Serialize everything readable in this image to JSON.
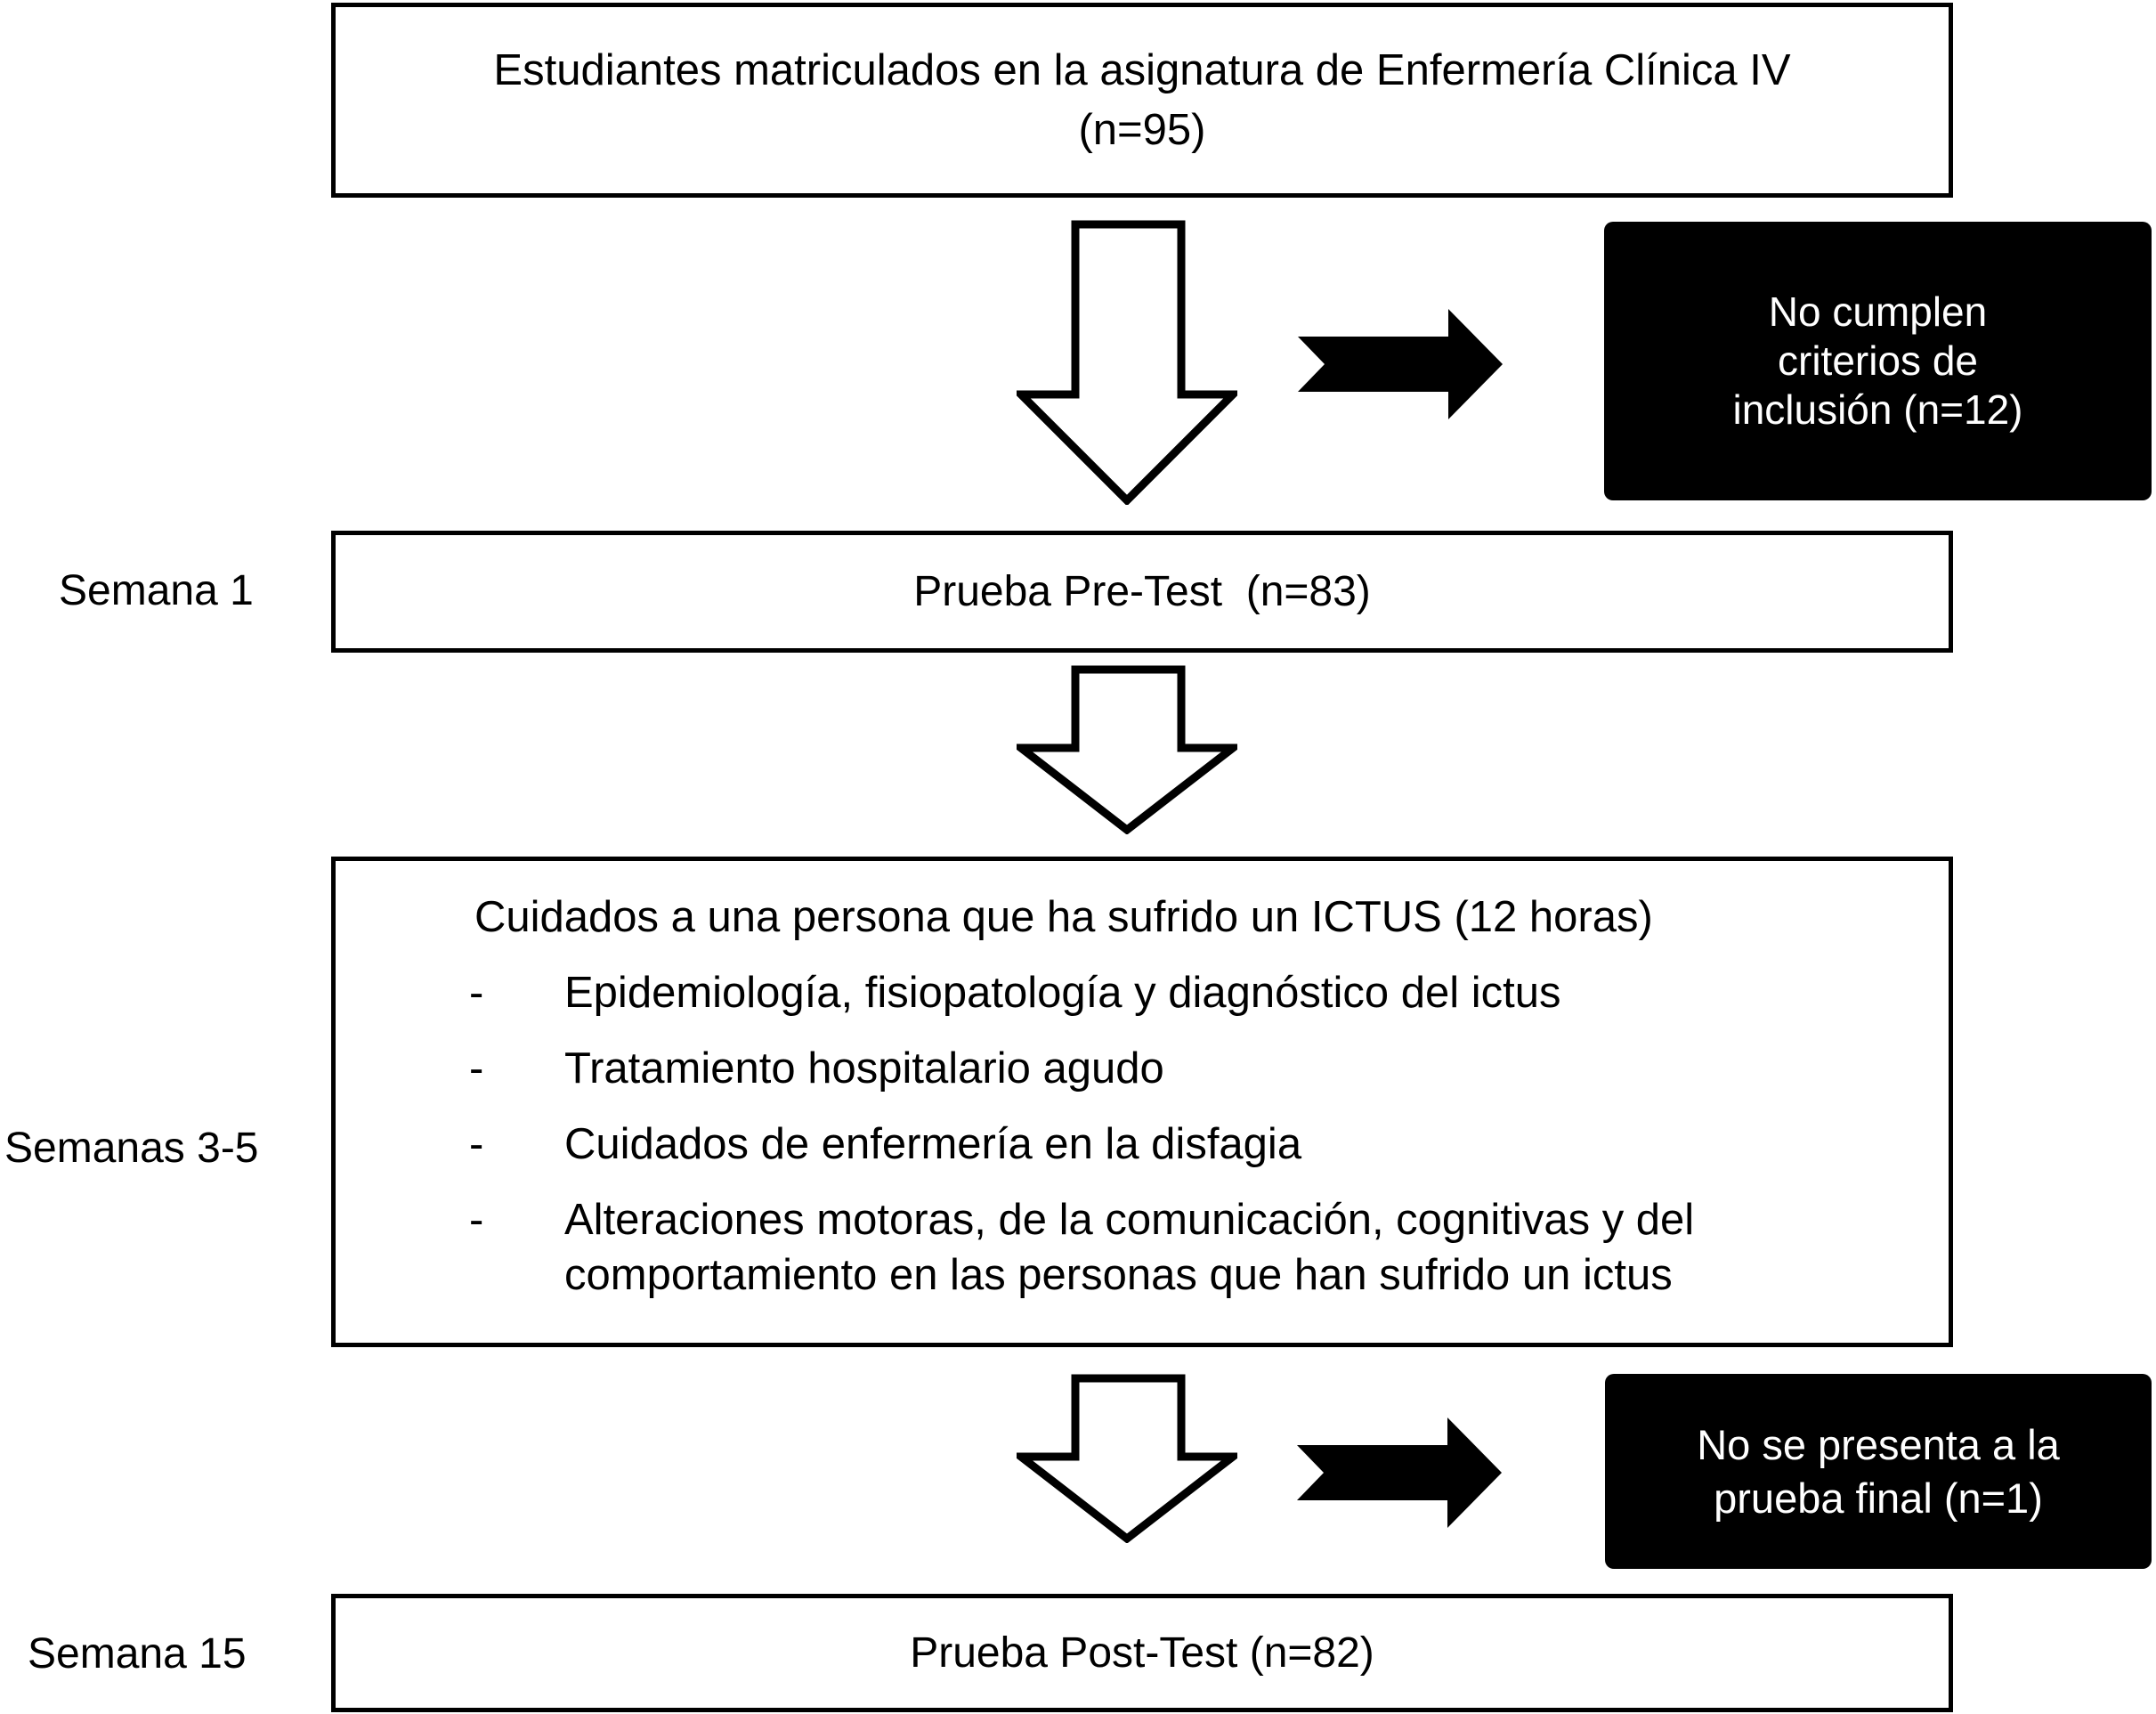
{
  "diagram": {
    "boxes": {
      "enrolled": {
        "line1": "Estudiantes matriculados en la asignatura de Enfermería Clínica IV",
        "line2": "(n=95)"
      },
      "pretest": {
        "label": "Prueba Pre-Test  (n=83)"
      },
      "content": {
        "title": "Cuidados a una persona que ha sufrido un ICTUS (12 horas)",
        "bullet_marker": "-",
        "bullets": [
          "Epidemiología, fisiopatología y diagnóstico del ictus",
          "Tratamiento hospitalario agudo",
          "Cuidados de enfermería en la disfagia",
          "Alteraciones motoras, de la comunicación, cognitivas y del comportamiento en las personas que han sufrido un ictus"
        ]
      },
      "posttest": {
        "label": "Prueba Post-Test (n=82)"
      }
    },
    "exclusions": {
      "first": {
        "line1": "No cumplen",
        "line2": "criterios de",
        "line3": "inclusión (n=12)"
      },
      "second": {
        "line1": "No se presenta a la",
        "line2": "prueba final (n=1)"
      }
    },
    "timeline": {
      "week1": "Semana 1",
      "weeks35": "Semanas 3-5",
      "week15": "Semana 15"
    },
    "colors": {
      "text": "#000000",
      "box_border": "#000000",
      "box_background": "#ffffff",
      "exclusion_background": "#000000",
      "exclusion_text": "#ffffff"
    }
  }
}
